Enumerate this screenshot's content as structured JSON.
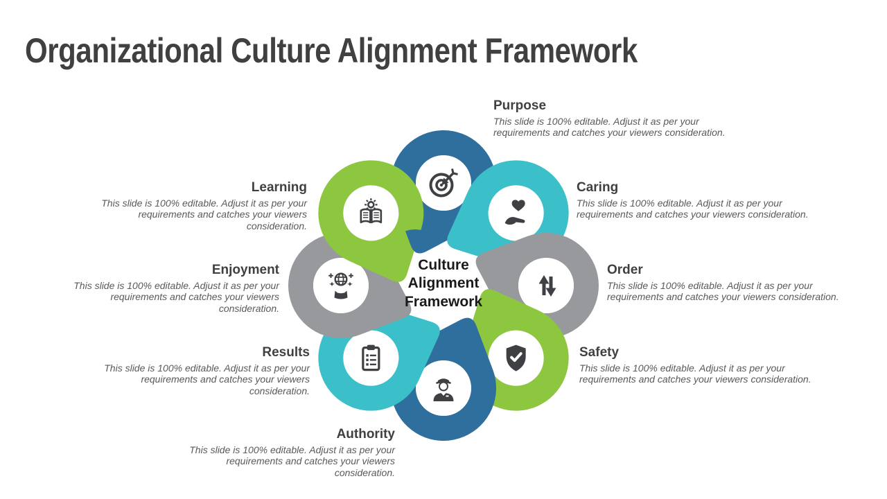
{
  "slide": {
    "title": "Organizational Culture Alignment Framework",
    "background_color": "#ffffff",
    "title_color": "#404040"
  },
  "diagram": {
    "center_label": "Culture\nAlignment\nFramework",
    "center_text_color": "#1a1a1a",
    "icon_color": "#3e4043",
    "type": "8-loop interlocking flower"
  },
  "palette": {
    "blue": "#2e6f9e",
    "teal": "#3bbfc9",
    "gray": "#97999c",
    "green": "#8dc63f"
  },
  "items": [
    {
      "label": "Purpose",
      "position": "top",
      "color": "#2e6f9e",
      "icon": "target-icon",
      "description": "This slide is 100% editable. Adjust it as per your requirements and catches your viewers consideration."
    },
    {
      "label": "Caring",
      "position": "top-right",
      "color": "#3bbfc9",
      "icon": "heart-in-hand-icon",
      "description": "This slide is 100% editable. Adjust it as per your requirements and catches your viewers consideration."
    },
    {
      "label": "Order",
      "position": "right",
      "color": "#97999c",
      "icon": "up-down-arrows-icon",
      "description": "This slide is 100% editable. Adjust it as per your requirements and catches your viewers consideration."
    },
    {
      "label": "Safety",
      "position": "bottom-right",
      "color": "#8dc63f",
      "icon": "shield-check-icon",
      "description": "This slide is 100% editable. Adjust it as per your requirements and catches your viewers consideration."
    },
    {
      "label": "Authority",
      "position": "bottom",
      "color": "#2e6f9e",
      "icon": "officer-icon",
      "description": "This slide is 100% editable. Adjust it as per your requirements and catches your viewers consideration."
    },
    {
      "label": "Results",
      "position": "bottom-left",
      "color": "#3bbfc9",
      "icon": "clipboard-icon",
      "description": "This slide is 100% editable. Adjust it as per your requirements and catches your viewers consideration."
    },
    {
      "label": "Enjoyment",
      "position": "left",
      "color": "#97999c",
      "icon": "globe-celebration-icon",
      "description": "This slide is 100% editable. Adjust it as per your requirements and catches your viewers consideration."
    },
    {
      "label": "Learning",
      "position": "top-left",
      "color": "#8dc63f",
      "icon": "book-gear-icon",
      "description": "This slide is 100% editable. Adjust it as per your requirements and catches your viewers consideration."
    }
  ]
}
